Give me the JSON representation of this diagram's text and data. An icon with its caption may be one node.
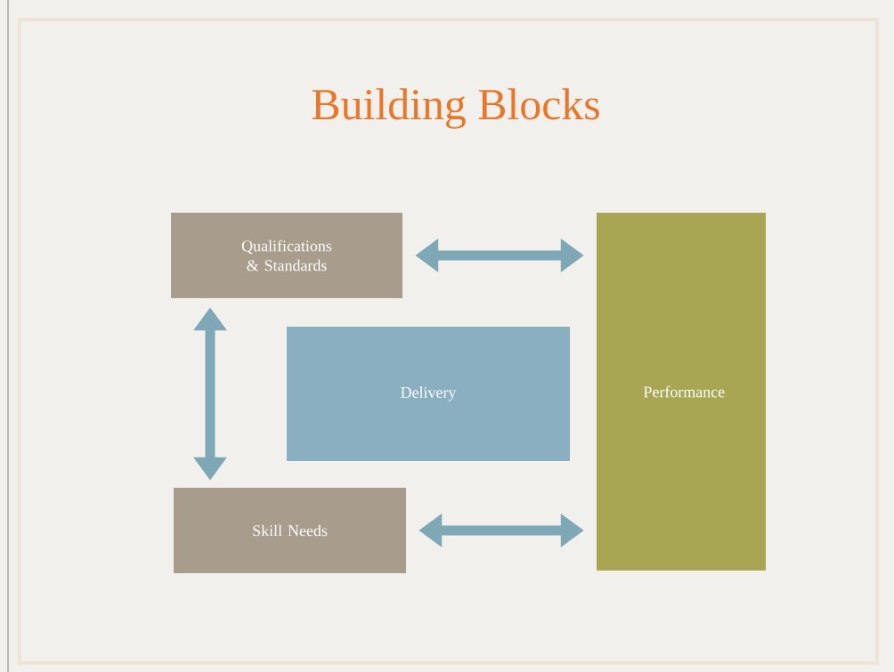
{
  "diagram": {
    "title": "Building Blocks",
    "nodes": [
      {
        "text": [
          "Qualifications & Standards"
        ]
      },
      {
        "text": [
          "Performance"
        ]
      },
      {
        "text": [
          "Delivery"
        ]
      },
      {
        "text": [
          "Skill Needs"
        ]
      }
    ],
    "edges": [
      {
        "from": 0,
        "to": 1,
        "arrow": "both"
      },
      {
        "from": 0,
        "to": 3,
        "arrow": "both"
      },
      {
        "from": 3,
        "to": 1,
        "arrow": "both"
      }
    ]
  }
}
